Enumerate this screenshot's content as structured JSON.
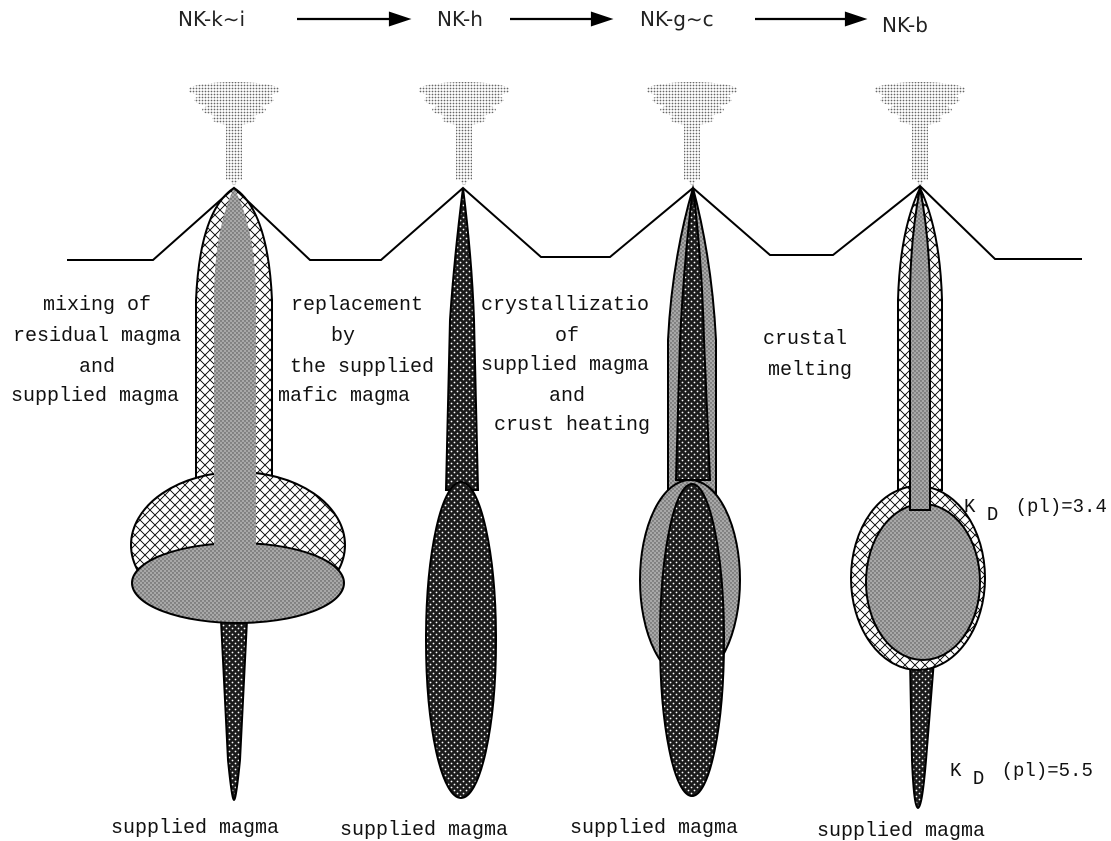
{
  "sequence": {
    "stages": [
      "NK-k∼i",
      "NK-h",
      "NK-g∼c",
      "NK-b"
    ]
  },
  "columns": [
    {
      "process_lines": [
        "mixing of",
        "residual magma",
        "and",
        "supplied magma"
      ],
      "bottom_label": "supplied magma"
    },
    {
      "process_lines": [
        "replacement",
        "by",
        "the supplied",
        "mafic magma"
      ],
      "bottom_label": "supplied magma"
    },
    {
      "process_lines": [
        "crystallizatio",
        "of",
        "supplied magma",
        "and",
        "crust heating"
      ],
      "bottom_label": "supplied magma"
    },
    {
      "process_lines": [
        "crustal",
        "melting"
      ],
      "bottom_label": "supplied magma"
    }
  ],
  "kd_labels": {
    "upper": {
      "k": "K",
      "sub": "D",
      "rest": "(pl)=3.4"
    },
    "lower": {
      "k": "K",
      "sub": "D",
      "rest": "(pl)=5.5"
    }
  },
  "legend_fills": {
    "dark_dotted": "#1c1c1c",
    "grey_stipple": "#8a8a8a",
    "crosshatch": "#ffffff",
    "cloud": "#9a9a9a"
  }
}
